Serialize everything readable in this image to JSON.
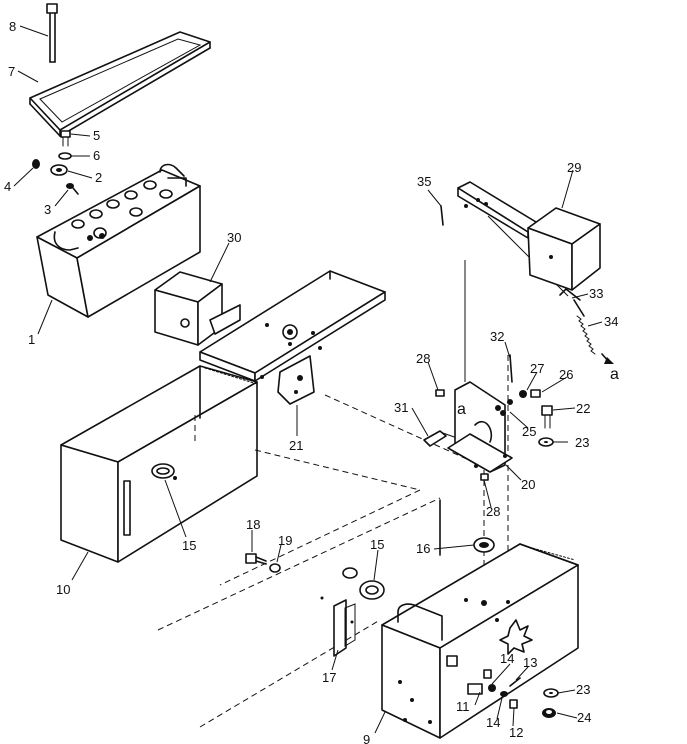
{
  "diagram": {
    "type": "exploded-parts-view",
    "callouts": [
      {
        "id": "c1",
        "text": "1"
      },
      {
        "id": "c2",
        "text": "2"
      },
      {
        "id": "c3",
        "text": "3"
      },
      {
        "id": "c4",
        "text": "4"
      },
      {
        "id": "c5",
        "text": "5"
      },
      {
        "id": "c6",
        "text": "6"
      },
      {
        "id": "c7",
        "text": "7"
      },
      {
        "id": "c8",
        "text": "8"
      },
      {
        "id": "c9",
        "text": "9"
      },
      {
        "id": "c10",
        "text": "10"
      },
      {
        "id": "c11",
        "text": "11"
      },
      {
        "id": "c12",
        "text": "12"
      },
      {
        "id": "c13",
        "text": "13"
      },
      {
        "id": "c14a",
        "text": "14"
      },
      {
        "id": "c14b",
        "text": "14"
      },
      {
        "id": "c15a",
        "text": "15"
      },
      {
        "id": "c15b",
        "text": "15"
      },
      {
        "id": "c16",
        "text": "16"
      },
      {
        "id": "c17",
        "text": "17"
      },
      {
        "id": "c18",
        "text": "18"
      },
      {
        "id": "c19",
        "text": "19"
      },
      {
        "id": "c20",
        "text": "20"
      },
      {
        "id": "c21",
        "text": "21"
      },
      {
        "id": "c22",
        "text": "22"
      },
      {
        "id": "c23a",
        "text": "23"
      },
      {
        "id": "c23b",
        "text": "23"
      },
      {
        "id": "c24",
        "text": "24"
      },
      {
        "id": "c25",
        "text": "25"
      },
      {
        "id": "c26",
        "text": "26"
      },
      {
        "id": "c27",
        "text": "27"
      },
      {
        "id": "c28a",
        "text": "28"
      },
      {
        "id": "c28b",
        "text": "28"
      },
      {
        "id": "c29",
        "text": "29"
      },
      {
        "id": "c30",
        "text": "30"
      },
      {
        "id": "c31",
        "text": "31"
      },
      {
        "id": "c32",
        "text": "32"
      },
      {
        "id": "c33",
        "text": "33"
      },
      {
        "id": "c34",
        "text": "34"
      },
      {
        "id": "c35",
        "text": "35"
      }
    ],
    "reference_marks": [
      {
        "id": "ra1",
        "text": "a"
      },
      {
        "id": "ra2",
        "text": "a"
      }
    ]
  }
}
